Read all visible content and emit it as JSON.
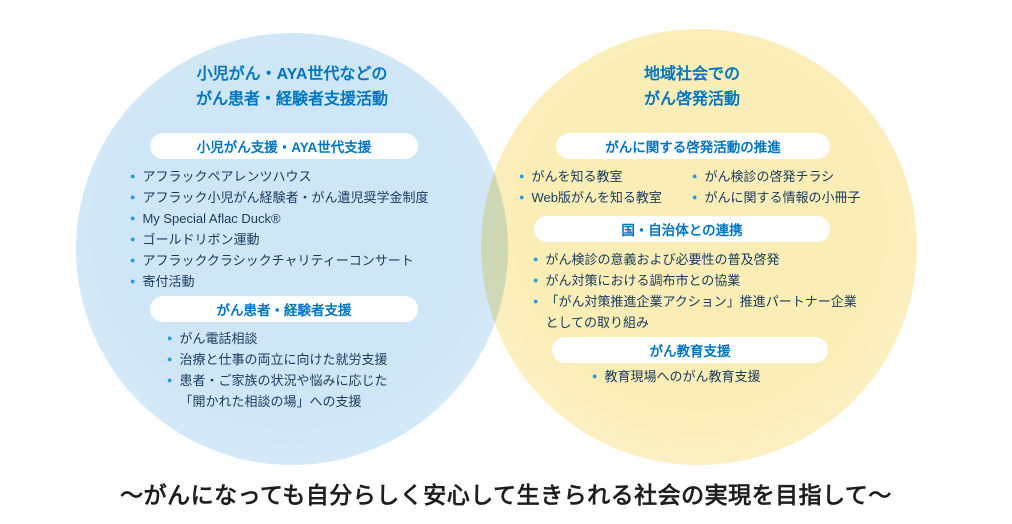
{
  "left": {
    "title": "小児がん・AYA世代などの\nがん患者・経験者支援活動",
    "sections": [
      {
        "header": "小児がん支援・AYA世代支援",
        "items": [
          "アフラックペアレンツハウス",
          "アフラック小児がん経験者・がん遺児奨学金制度",
          "My Special Aflac Duck®",
          "ゴールドリボン運動",
          "アフラッククラシックチャリティーコンサート",
          "寄付活動"
        ]
      },
      {
        "header": "がん患者・経験者支援",
        "items": [
          "がん電話相談",
          "治療と仕事の両立に向けた就労支援",
          "患者・ご家族の状況や悩みに応じた\n「開かれた相談の場」への支援"
        ]
      }
    ]
  },
  "right": {
    "title": "地域社会での\nがん啓発活動",
    "sections": [
      {
        "header": "がんに関する啓発活動の推進",
        "col1": [
          "がんを知る教室",
          "Web版がんを知る教室"
        ],
        "col2": [
          "がん検診の啓発チラシ",
          "がんに関する情報の小冊子"
        ]
      },
      {
        "header": "国・自治体との連携",
        "items": [
          "がん検診の意義および必要性の普及啓発",
          "がん対策における調布市との協業",
          "「がん対策推進企業アクション」推進パートナー企業\nとしての取り組み"
        ]
      },
      {
        "header": "がん教育支援",
        "items": [
          "教育現場へのがん教育支援"
        ]
      }
    ]
  },
  "tagline": "〜がんになっても自分らしく安心して生きられる社会の実現を目指して〜",
  "colors": {
    "left_circle": "#cfe6f6",
    "right_circle": "#fbedb6",
    "heading_blue": "#0076c2",
    "text_navy": "#173a5e",
    "bullet_blue": "#2d9bd8"
  }
}
